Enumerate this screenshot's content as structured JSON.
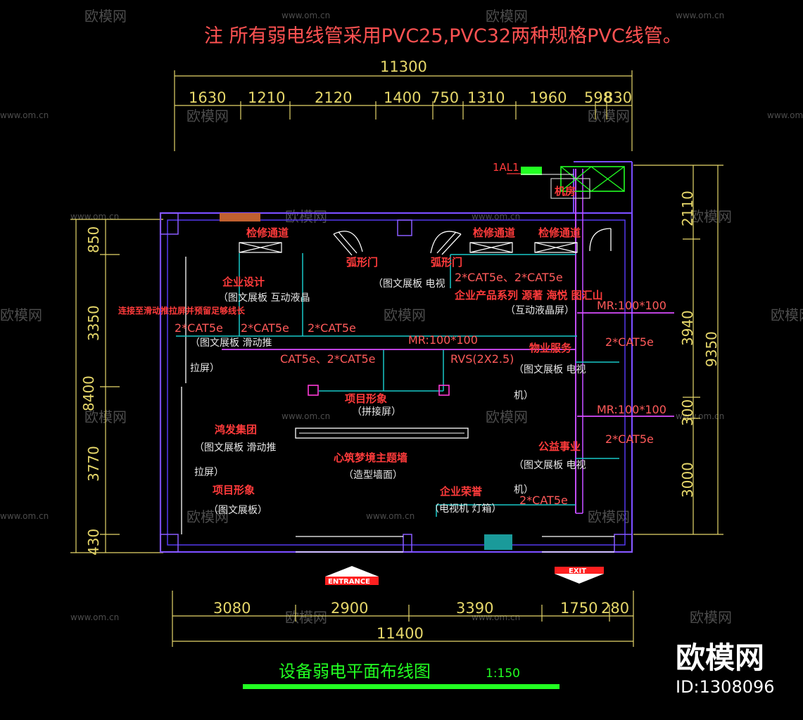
{
  "note": "注  所有弱电线管采用PVC25,PVC32两种规格PVC线管。",
  "title": "设备弱电平面布线图",
  "scale": "1:150",
  "brand": {
    "logo": "欧模网",
    "id": "ID:1308096"
  },
  "watermark": {
    "text": "欧模网",
    "url": "www.om.cn"
  },
  "top_dims": {
    "total": "11300",
    "segments": [
      "1630",
      "1210",
      "2120",
      "1400",
      "750",
      "1310",
      "1960",
      "598",
      "830"
    ]
  },
  "bottom_dims": {
    "total": "11400",
    "segments": [
      "3080",
      "2900",
      "3390",
      "1750",
      "280"
    ]
  },
  "left_dims": {
    "total": "8400",
    "segments": [
      "850",
      "3350",
      "3770",
      "430"
    ]
  },
  "right_dims": {
    "total": "9350",
    "segments": [
      "2110",
      "3940",
      "300",
      "3000"
    ]
  },
  "labels": {
    "aal": "1AL1",
    "machine_room": "机房",
    "passage1": "检修通道",
    "passage2": "检修通道",
    "passage3": "检修通道",
    "arc_door1": "弧形门",
    "arc_door2": "弧形门",
    "corp_design": "企业设计",
    "corp_design_sub": "（图文展板  互动液晶",
    "connect_note": "连接至滑动推拉屏并预留足够线长",
    "cat_a": "2*CAT5e",
    "cat_b": "2*CAT5e",
    "cat_c": "2*CAT5e",
    "slide_sub1": "（图文展板  滑动推",
    "slide_sub2": "拉屏）",
    "mr_center": "MR:100*100",
    "cat_center": "CAT5e、2*CAT5e",
    "rvs": "RVS(2X2.5)",
    "project_img": "项目形象",
    "splice": "（拼接屏）",
    "hongfa": "鸿发集团",
    "hongfa_sub1": "（图文展板  滑动推",
    "hongfa_sub2": "拉屏）",
    "xinzhu": "心筑梦境主题墙",
    "xinzhu_sub": "（造型墙面）",
    "project_img2": "项目形象",
    "project_img2_sub": "（图文展板）",
    "top_board": "（图文展板  电视",
    "cat_top": "2*CAT5e、2*CAT5e",
    "products": "企业产品系列  源著  海悦  图汇山",
    "products_sub": "（互动液晶屏）",
    "mr_right1": "MR:100*100",
    "cat_right1": "2*CAT5e",
    "industry": "物业服务",
    "industry_sub1": "（图文展板  电视",
    "industry_sub2": "机）",
    "mr_right2": "MR:100*100",
    "cat_right2": "2*CAT5e",
    "public": "公益事业",
    "public_sub1": "（图文展板  电视",
    "public_sub2": "机）",
    "honor": "企业荣誉",
    "honor_sub": "（电视机  灯箱）",
    "cat_honor": "2*CAT5e",
    "entrance": "ENTRANCE",
    "exit": "EXIT"
  },
  "colors": {
    "background": "#000000",
    "dimension": "#e6d76a",
    "wall": "#7a4dff",
    "cable": "#18c8c8",
    "label_red": "#ff3b3b",
    "title_green": "#22ff22"
  }
}
